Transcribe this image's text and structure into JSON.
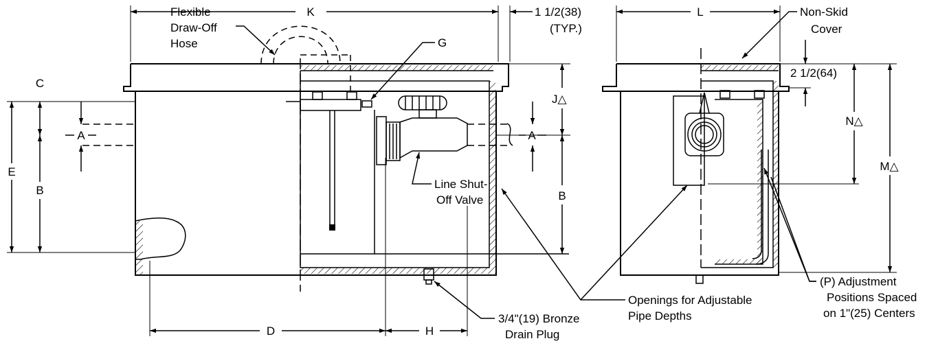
{
  "labels": {
    "k": "K",
    "l": "L",
    "typ_dim_1": "1 1/2(38)",
    "typ_dim_2": "(TYP.)",
    "cover_1": "Non-Skid",
    "cover_2": "Cover",
    "hose_1": "Flexible",
    "hose_2": "Draw-Off",
    "hose_3": "Hose",
    "g": "G",
    "c": "C",
    "a_left": "A",
    "a_right": "A",
    "e": "E",
    "b_left": "B",
    "b_right": "B",
    "j": "J△",
    "valve_1": "Line Shut-",
    "valve_2": "Off Valve",
    "d": "D",
    "h": "H",
    "drain_1": "3/4\"(19) Bronze",
    "drain_2": "Drain Plug",
    "openings_1": "Openings for Adjustable",
    "openings_2": "Pipe Depths",
    "adj_1": "(P) Adjustment",
    "adj_2": "Positions Spaced",
    "adj_3": "on 1\"(25) Centers",
    "dim_64": "2 1/2(64)",
    "n": "N△",
    "m": "M△"
  }
}
